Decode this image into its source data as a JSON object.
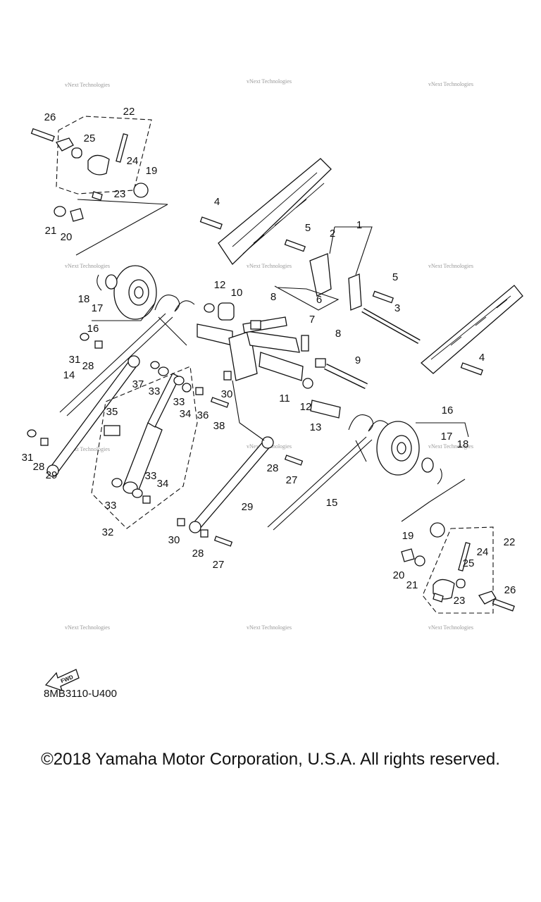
{
  "diagram": {
    "code": "8MB3110-U400",
    "fwd_label": "FWD",
    "watermark": "vNext Technologies",
    "callouts": [
      "1",
      "2",
      "3",
      "4",
      "5",
      "6",
      "7",
      "8",
      "9",
      "10",
      "11",
      "12",
      "13",
      "14",
      "15",
      "16",
      "17",
      "18",
      "19",
      "20",
      "21",
      "22",
      "23",
      "24",
      "25",
      "26",
      "27",
      "28",
      "29",
      "30",
      "31",
      "32",
      "33",
      "34",
      "35",
      "36",
      "37",
      "38"
    ]
  },
  "footer": {
    "copyright": "©2018 Yamaha Motor Corporation, U.S.A. All rights reserved."
  }
}
